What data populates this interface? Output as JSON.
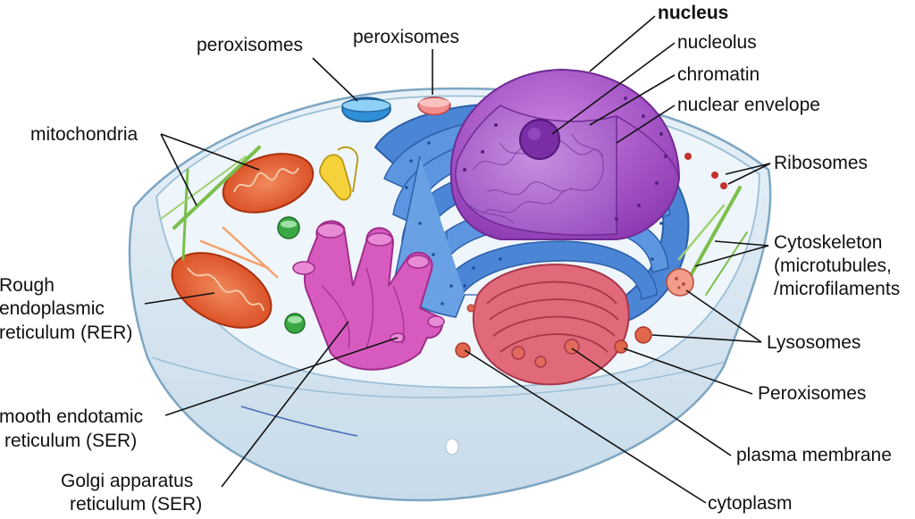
{
  "colors": {
    "cytoplasm": "#dbe9f4",
    "cytoplasm_edge": "#8fb3cc",
    "nucleus": "#a94fc9",
    "nucleolus": "#7a2ea6",
    "er": "#3f7fd0",
    "golgi": "#d14fb8",
    "mitochondria": "#e35a2e",
    "ribosome": "#d1473f",
    "green": "#7bbf4a"
  },
  "labels": {
    "nucleus": "nucleus",
    "nucleolus": "nucleolus",
    "chromatin": "chromatin",
    "nuclear_envelope": "nuclear envelope",
    "peroxisomes_left": "peroxisomes",
    "peroxisomes_mid": "peroxisomes",
    "mitochondria": "mitochondria",
    "ribosomes": "Ribosomes",
    "rough_er": [
      "Rough",
      "endoplasmic",
      "reticulum (RER)"
    ],
    "cytoskeleton": [
      "Cytoskeleton",
      "(microtubules,",
      "/microfilaments"
    ],
    "lysosomes": "Lysosomes",
    "peroxisomes_right": "Peroxisomes",
    "smooth_er": [
      "mooth endotamic",
      "reticulum (SER)"
    ],
    "plasma_membrane": "plasma membrane",
    "golgi": [
      "Golgi  apparatus",
      "reticulum (SER)"
    ],
    "cytoplasm": "cytoplasm"
  }
}
